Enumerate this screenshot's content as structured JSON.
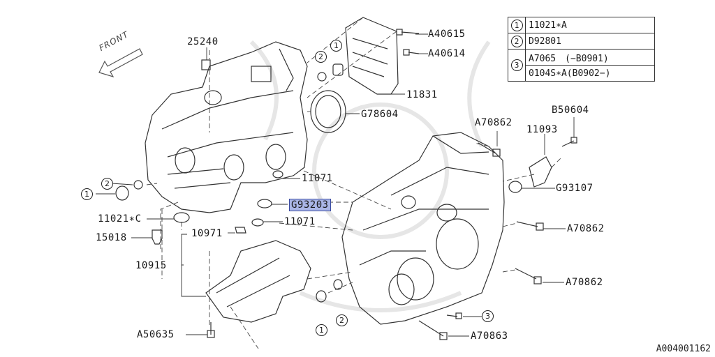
{
  "direction_label": "FRONT",
  "diagram_ref": "A004001162",
  "legend": [
    {
      "key": "1",
      "text": "11021∗A"
    },
    {
      "key": "2",
      "text": "D92801"
    },
    {
      "key": "3",
      "text": "A7065　(−B0901)",
      "text2": "0104S∗A(B0902−)"
    }
  ],
  "parts": {
    "p25240": "25240",
    "p40615": "A40615",
    "p40614": "A40614",
    "p11831": "11831",
    "p78604": "G78604",
    "p70862a": "A70862",
    "p11093": "11093",
    "p50604": "B50604",
    "p11071a": "11071",
    "p93203": "G93203",
    "p11071b": "11071",
    "p93107": "G93107",
    "p11021c": "11021∗C",
    "p15018": "15018",
    "p10971": "10971",
    "p10915": "10915",
    "p70862b": "A70862",
    "p70862c": "A70862",
    "p50635": "A50635",
    "p70863": "A70863"
  },
  "callouts": {
    "c1a": "1",
    "c2a": "2",
    "c1b": "1",
    "c2b": "2",
    "c1c": "1",
    "c2c": "2",
    "c3": "3"
  }
}
